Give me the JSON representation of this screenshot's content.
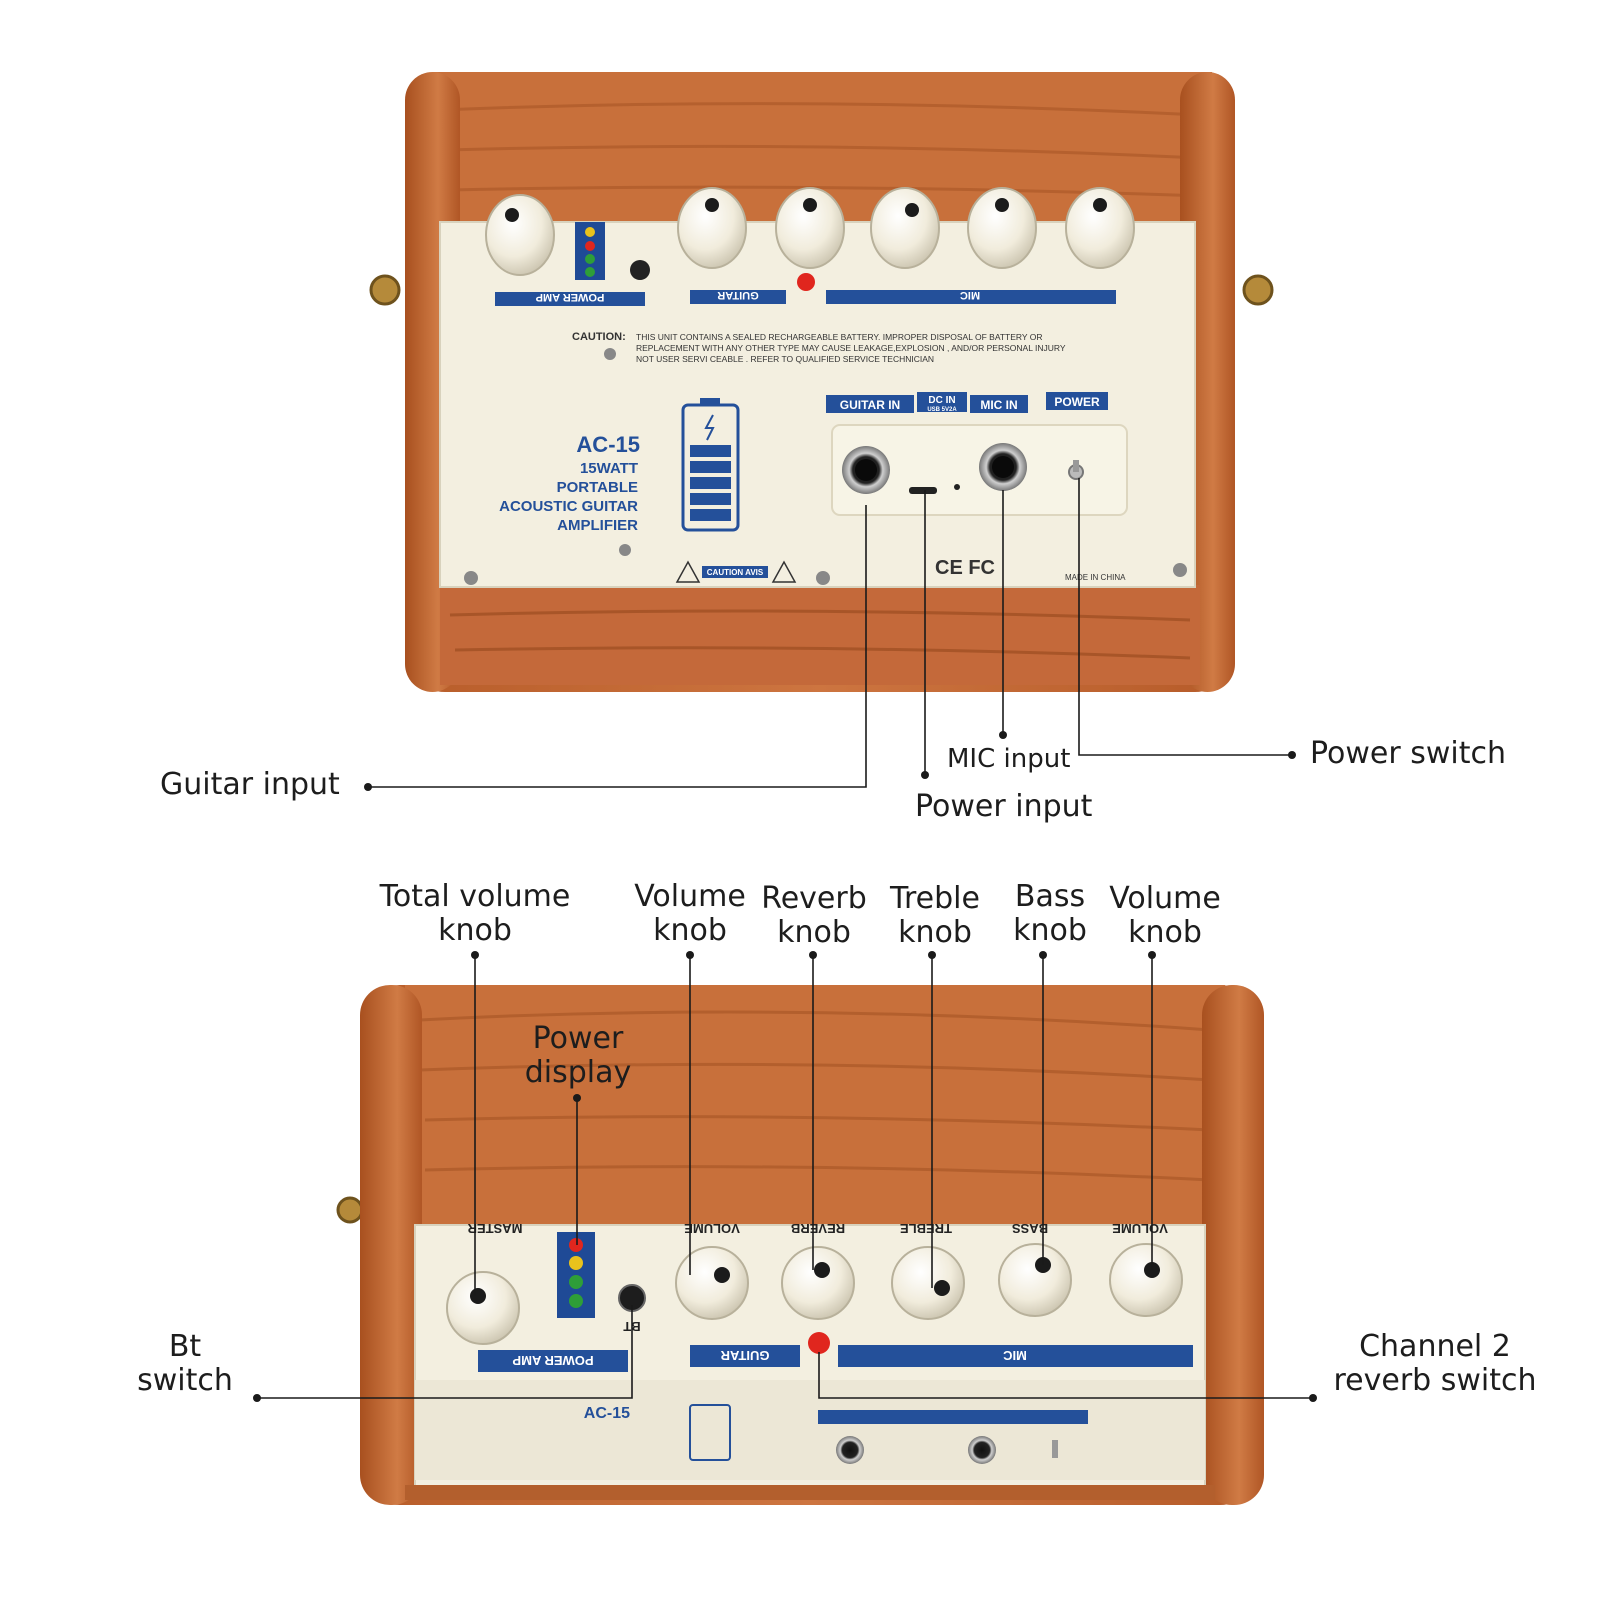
{
  "colors": {
    "wood": "#c56a34",
    "wood_dark": "#9c4a1f",
    "panel": "#f3efe0",
    "brand_blue": "#24509a",
    "knob": "#f1ecdc",
    "led_red": "#e0261e",
    "led_yellow": "#e9c21c",
    "led_green": "#2e9e38"
  },
  "top_view": {
    "panel": {
      "strip_labels": [
        "POWER AMP",
        "GUITAR",
        "MIC"
      ],
      "caution_title": "CAUTION:",
      "caution_lines": [
        "THIS UNIT CONTAINS A SEALED RECHARGEABLE BATTERY. IMPROPER DISPOSAL OF BATTERY OR",
        "REPLACEMENT WITH ANY OTHER TYPE MAY CAUSE LEAKAGE,EXPLOSION , AND/OR PERSONAL INJURY",
        "NOT USER SERVI CEABLE . REFER TO QUALIFIED SERVICE TECHNICIAN"
      ],
      "model": "AC-15",
      "model_lines": [
        "15WATT",
        "PORTABLE",
        "ACOUSTIC GUITAR",
        "AMPLIFIER"
      ],
      "jack_labels": [
        "GUITAR IN",
        "DC IN",
        "MIC IN",
        "POWER"
      ],
      "dc_sub": "USB 5V2A",
      "cert_marks": "CE FC",
      "made_in": "MADE IN CHINA",
      "warning_tag": "CAUTION AVIS",
      "bt_label": "BT"
    },
    "callouts": {
      "guitar_input": "Guitar input",
      "mic_input": "MIC input",
      "power_switch": "Power switch",
      "power_input": "Power input"
    }
  },
  "bottom_view": {
    "knob_names": [
      "MASTER",
      "VOLUME",
      "REVERB",
      "TREBLE",
      "BASS",
      "VOLUME"
    ],
    "callouts": {
      "total_volume": [
        "Total volume",
        "knob"
      ],
      "volume_1": [
        "Volume",
        "knob"
      ],
      "reverb": [
        "Reverb",
        "knob"
      ],
      "treble": [
        "Treble",
        "knob"
      ],
      "bass": [
        "Bass",
        "knob"
      ],
      "volume_2": [
        "Volume",
        "knob"
      ],
      "power_display": [
        "Power",
        "display"
      ],
      "bt_switch": [
        "Bt",
        "switch"
      ],
      "reverb_switch": [
        "Channel 2",
        "reverb switch"
      ]
    }
  }
}
